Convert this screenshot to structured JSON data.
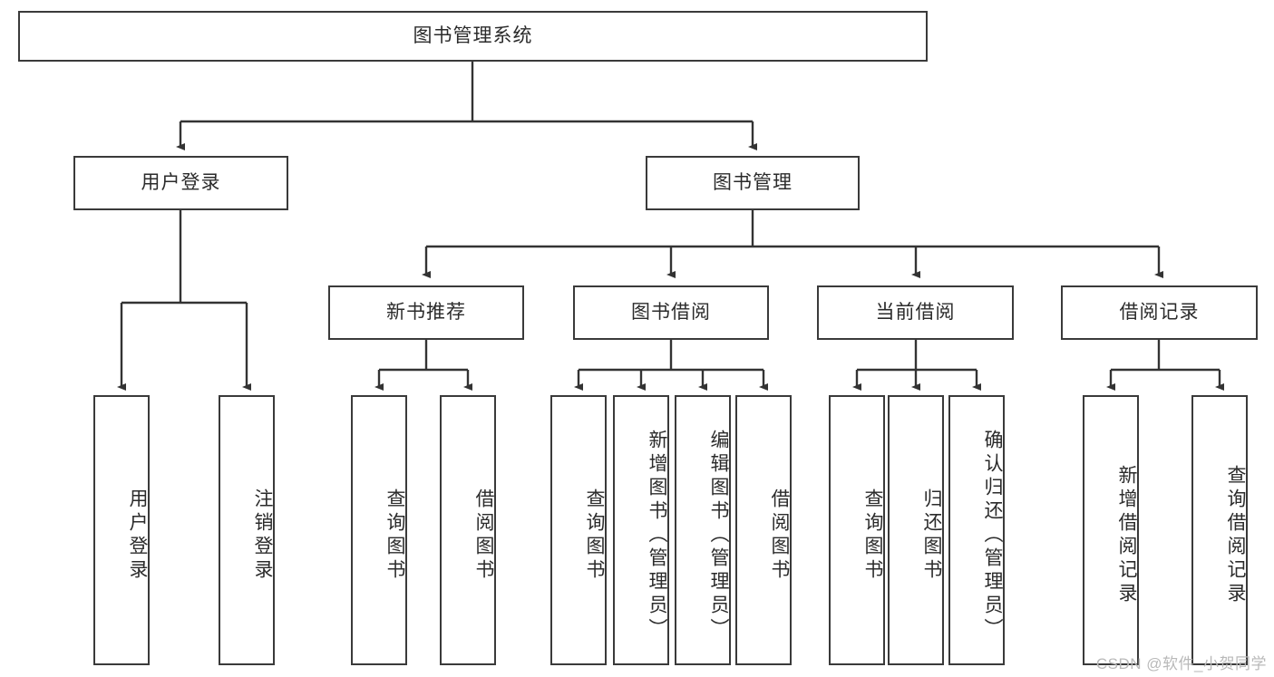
{
  "diagram": {
    "type": "hierarchy-tree",
    "title": "图书管理系统",
    "watermark": "CSDN @软件_小贺同学",
    "colors": {
      "box_border": "#3a3a3a",
      "box_fill": "#ffffff",
      "connector": "#333333",
      "text": "#2b2b2b",
      "watermark": "#b9b9b9",
      "background": "#ffffff"
    },
    "nodes": {
      "root": {
        "label": "图书管理系统"
      },
      "level2": [
        {
          "id": "user-login",
          "label": "用户登录"
        },
        {
          "id": "book-manage",
          "label": "图书管理"
        }
      ],
      "level3": [
        {
          "id": "new-book-recommend",
          "label": "新书推荐"
        },
        {
          "id": "book-borrow",
          "label": "图书借阅"
        },
        {
          "id": "current-borrow",
          "label": "当前借阅"
        },
        {
          "id": "borrow-record",
          "label": "借阅记录"
        }
      ],
      "leaves": {
        "user-login": [
          {
            "id": "leaf-user-login",
            "label": "用户登录"
          },
          {
            "id": "leaf-logout-login",
            "label": "注销登录"
          }
        ],
        "new-book-recommend": [
          {
            "id": "leaf-query-book-1",
            "label": "查询图书"
          },
          {
            "id": "leaf-borrow-book-1",
            "label": "借阅图书"
          }
        ],
        "book-borrow": [
          {
            "id": "leaf-query-book-2",
            "label": "查询图书"
          },
          {
            "id": "leaf-add-book",
            "label": "新增图书（管理员）"
          },
          {
            "id": "leaf-edit-book",
            "label": "编辑图书（管理员）"
          },
          {
            "id": "leaf-borrow-book-2",
            "label": "借阅图书"
          }
        ],
        "current-borrow": [
          {
            "id": "leaf-query-book-3",
            "label": "查询图书"
          },
          {
            "id": "leaf-return-book",
            "label": "归还图书"
          },
          {
            "id": "leaf-confirm-return",
            "label": "确认归还（管理员）"
          }
        ],
        "borrow-record": [
          {
            "id": "leaf-add-record",
            "label": "新增借阅记录"
          },
          {
            "id": "leaf-query-record",
            "label": "查询借阅记录"
          }
        ]
      }
    }
  }
}
